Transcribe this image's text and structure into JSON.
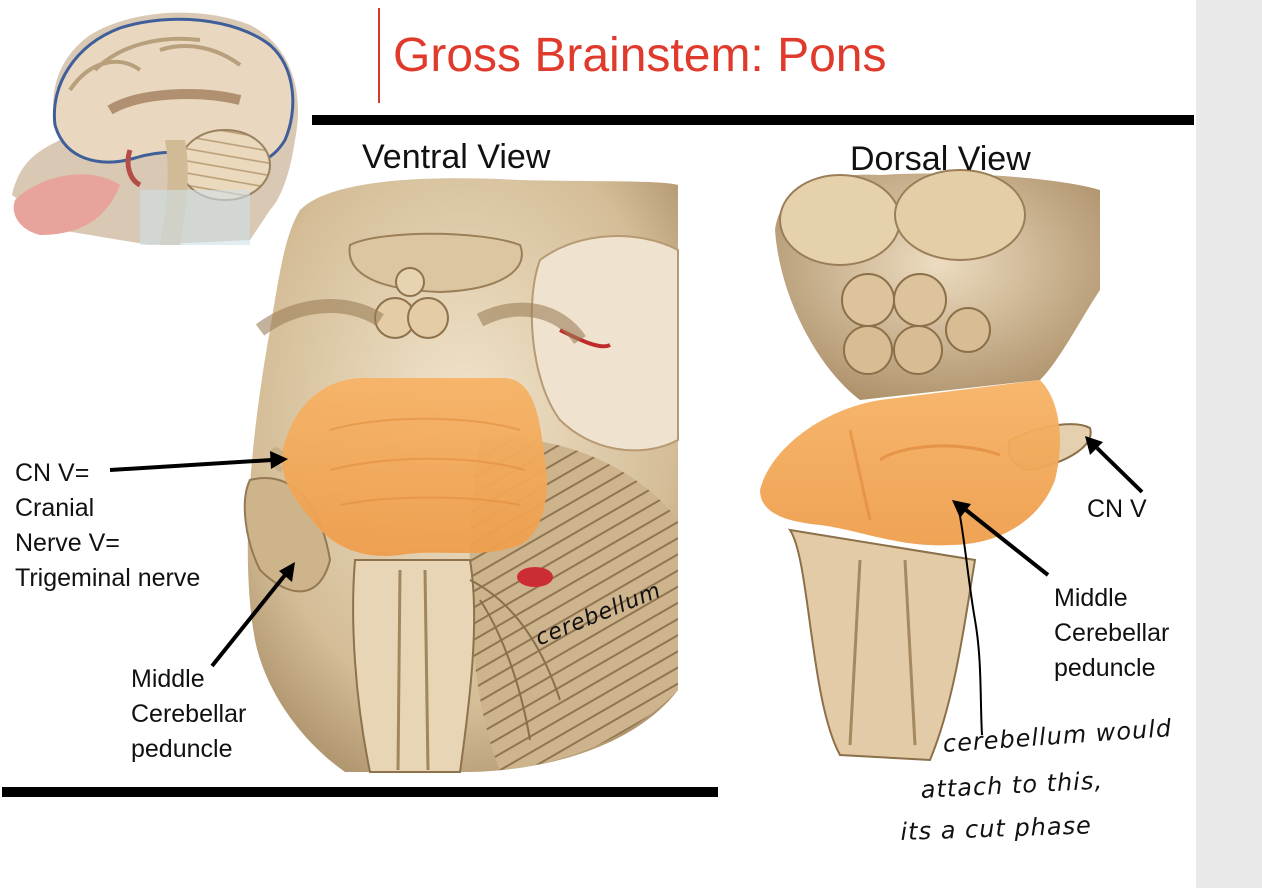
{
  "slide": {
    "title": "Gross Brainstem:  Pons",
    "ventral_view_label": "Ventral View",
    "dorsal_view_label": "Dorsal View"
  },
  "labels": {
    "cn_v_left": [
      "CN V=",
      "Cranial",
      "Nerve V=",
      "Trigeminal nerve"
    ],
    "mcp_left": [
      "Middle",
      "Cerebellar",
      "peduncle"
    ],
    "cn_v_right": "CN V",
    "mcp_right": [
      "Middle",
      "Cerebellar",
      "peduncle"
    ]
  },
  "handwritten": {
    "cerebellum": "cerebellum",
    "note_lines": [
      "cerebellum would",
      "attach to this,",
      "its a cut phase"
    ]
  },
  "colors": {
    "title_red": "#e03a2c",
    "pons_highlight": "#f2a654",
    "tissue": "#d8c2a0"
  }
}
